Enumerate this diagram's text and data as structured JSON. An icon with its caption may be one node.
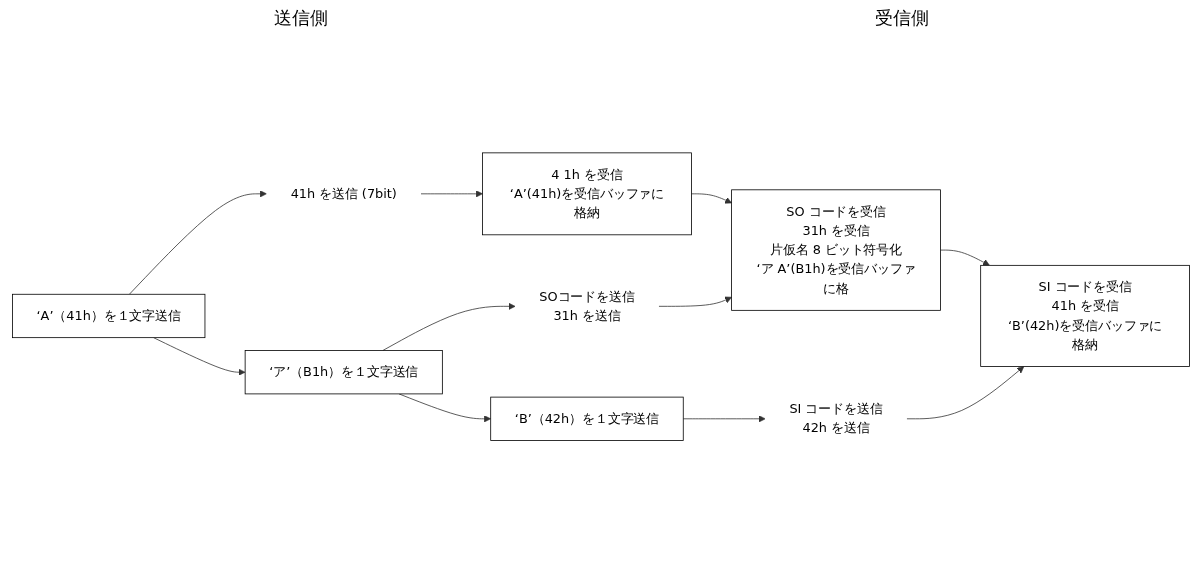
{
  "diagram": {
    "nodes": [
      {
        "text": [
          "‘A’（41h）を１文字送信"
        ]
      },
      {
        "text": [
          "41h を送信 (7bit)"
        ]
      },
      {
        "text": [
          "4 1h を受信",
          "‘A’(41h)を受信バッファに格納"
        ]
      },
      {
        "text": [
          "‘ア’（B1h）を１文字送信"
        ]
      },
      {
        "text": [
          "SOコードを送信",
          "31h を送信"
        ]
      },
      {
        "text": [
          "SO コードを受信",
          "31h を受信",
          "片仮名 8 ビット符号化",
          "‘ア A’(B1h)を受信バッファに格"
        ]
      },
      {
        "text": [
          "‘B’（42h）を１文字送信"
        ]
      },
      {
        "text": [
          "SI コードを送信",
          "42h を送信"
        ]
      },
      {
        "text": [
          "SI コードを受信",
          "41h を受信",
          "‘B’(42h)を受信バッファに格納"
        ]
      }
    ],
    "edges": [
      {
        "from": 0,
        "to": 1,
        "arrow": "to"
      },
      {
        "from": 1,
        "to": 2,
        "arrow": "to"
      },
      {
        "from": 0,
        "to": 3,
        "arrow": "to"
      },
      {
        "from": 2,
        "to": 5,
        "arrow": "to"
      },
      {
        "from": 3,
        "to": 4,
        "arrow": "to"
      },
      {
        "from": 4,
        "to": 5,
        "arrow": "to"
      },
      {
        "from": 3,
        "to": 6,
        "arrow": "to"
      },
      {
        "from": 5,
        "to": 8,
        "arrow": "to"
      },
      {
        "from": 6,
        "to": 7,
        "arrow": "to"
      },
      {
        "from": 7,
        "to": 8,
        "arrow": "to"
      }
    ],
    "labels": [
      "送信側",
      "受信側"
    ]
  }
}
